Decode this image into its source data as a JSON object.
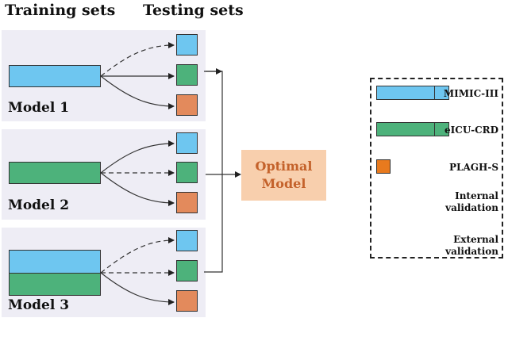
{
  "headers": {
    "training": "Training sets",
    "testing": "Testing sets"
  },
  "models": [
    {
      "label": "Model 1"
    },
    {
      "label": "Model 2"
    },
    {
      "label": "Model 3"
    }
  ],
  "optimal": {
    "line1": "Optimal",
    "line2": "Model"
  },
  "legend": {
    "mimic": "MIMIC-III",
    "eicu": "eICU-CRD",
    "plagh": "PLAGH-S",
    "internal_line1": "Internal",
    "internal_line2": "validation",
    "external_line1": "External",
    "external_line2": "validation"
  },
  "colors": {
    "mimic": "#6ec6f0",
    "eicu": "#4db27b",
    "plagh": "#e38a5c",
    "panel": "#eeedf5",
    "optimal_bg": "#f8cfad",
    "optimal_text": "#c4622b"
  }
}
